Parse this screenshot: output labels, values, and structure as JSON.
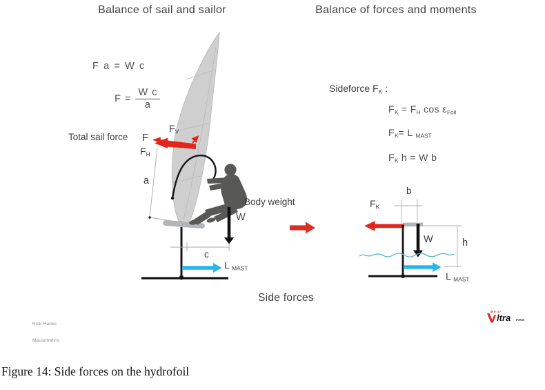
{
  "titles": {
    "left": "Balance of sail and sailor",
    "right": "Balance of forces and moments"
  },
  "left_panel": {
    "eq1": "F a = W c",
    "eq2_lhs": "F =",
    "eq2_num": "W c",
    "eq2_den": "a",
    "total_sail_force": "Total sail force",
    "f": "F",
    "fv_m": "F",
    "fv_s": "V",
    "fh_m": "F",
    "fh_s": "H",
    "a": "a",
    "body_weight": "Body weight",
    "w": "W",
    "c": "c",
    "l_m": "L",
    "l_s": "MAST"
  },
  "right_panel": {
    "sideforce": "Sideforce ",
    "sf_f": "F",
    "sf_s": "K",
    "sf_colon": " :",
    "eq1_f": "F",
    "eq1_fs": "K",
    "eq1_m": " = F",
    "eq1_ms": "H",
    "eq1_t": " cos ε",
    "eq1_ts": "Foil",
    "eq2_f": "F",
    "eq2_fs": "K",
    "eq2_m": "= L ",
    "eq2_ms": "MAST",
    "eq3_f": "F",
    "eq3_fs": "K",
    "eq3_m": " h = W b",
    "b": "b",
    "fk_m": "F",
    "fk_s": "K",
    "w": "W",
    "h": "h",
    "l_m": "L",
    "l_s": "MAST"
  },
  "middle": {
    "side_forces": "Side forces"
  },
  "credits": {
    "line1": "Rick Hanke",
    "line2": "Mauiultrafins"
  },
  "logo": {
    "maui": "MAUI",
    "ltra": "ltra",
    "fins": "FINS"
  },
  "caption": "Figure 14: Side forces on the hydrofoil",
  "colors": {
    "arrow_red": "#e2261b",
    "arrow_cyan": "#29b6e9",
    "water": "#55b6c6",
    "sail": "#cfcfcf",
    "sailor": "#585857",
    "ink": "#161616",
    "dim_line": "#a8a8a8"
  }
}
